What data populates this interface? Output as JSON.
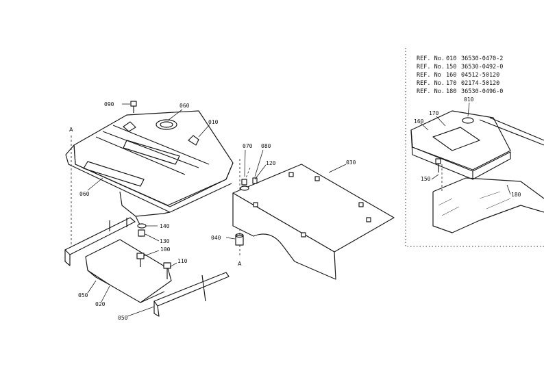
{
  "ref_table": [
    {
      "prefix": "REF. No.",
      "no": "010",
      "part": "36530-0470-2"
    },
    {
      "prefix": "REF. No.",
      "no": "150",
      "part": "36530-0492-0"
    },
    {
      "prefix": "REF. No",
      "no": "160",
      "part": "04512-50120"
    },
    {
      "prefix": "REF. No.",
      "no": "170",
      "part": "02174-50120"
    },
    {
      "prefix": "REF. No.",
      "no": "180",
      "part": "36530-0496-0"
    }
  ],
  "callouts": {
    "c090": "090",
    "c060_top": "060",
    "c010": "010",
    "c060_left": "060",
    "c070": "070",
    "c080": "080",
    "c120": "120",
    "c030": "030",
    "c140": "140",
    "c130": "130",
    "c100": "100",
    "c110": "110",
    "c040": "040",
    "c050_left": "050",
    "c020": "020",
    "c050_bottom": "050"
  },
  "markers": {
    "a_top": "A",
    "a_bottom": "A"
  },
  "detail_callouts": {
    "d010": "010",
    "d170": "170",
    "d160": "160",
    "d150": "150",
    "d180": "180"
  }
}
